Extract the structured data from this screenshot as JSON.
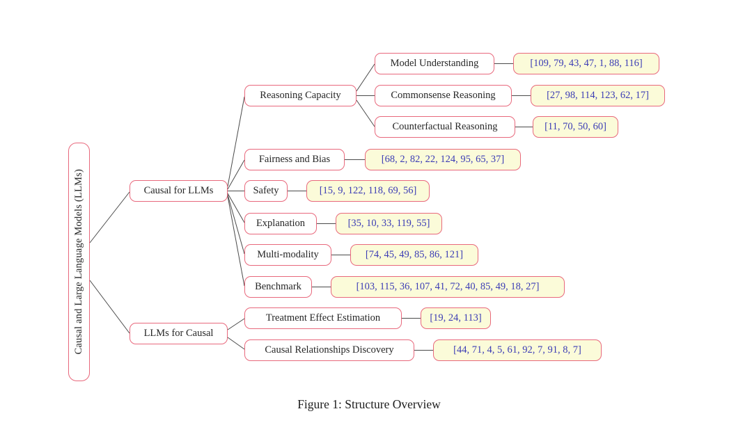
{
  "caption": "Figure 1: Structure Overview",
  "colors": {
    "node_border": "#e8687c",
    "node_fill": "#ffffff",
    "citation_fill": "#fbfbd9",
    "citation_text": "#3b3cb5",
    "label_text": "#262626",
    "edge": "#4a4a4a"
  },
  "tree": {
    "root": {
      "label": "Causal and Large Language Models (LLMs)"
    },
    "children": [
      {
        "label": "Causal for LLMs",
        "children": [
          {
            "label": "Reasoning Capacity",
            "children": [
              {
                "label": "Model Understanding",
                "citations": "[109, 79, 43, 47, 1, 88, 116]"
              },
              {
                "label": "Commonsense Reasoning",
                "citations": "[27, 98, 114, 123, 62, 17]"
              },
              {
                "label": "Counterfactual Reasoning",
                "citations": "[11, 70, 50, 60]"
              }
            ]
          },
          {
            "label": "Fairness and Bias",
            "citations": "[68, 2, 82, 22, 124, 95, 65, 37]"
          },
          {
            "label": "Safety",
            "citations": "[15, 9, 122, 118, 69, 56]"
          },
          {
            "label": "Explanation",
            "citations": "[35, 10, 33, 119, 55]"
          },
          {
            "label": "Multi-modality",
            "citations": "[74, 45, 49, 85, 86, 121]"
          },
          {
            "label": "Benchmark",
            "citations": "[103, 115, 36, 107, 41, 72, 40, 85, 49, 18, 27]"
          }
        ]
      },
      {
        "label": "LLMs for Causal",
        "children": [
          {
            "label": "Treatment Effect Estimation",
            "citations": "[19, 24, 113]"
          },
          {
            "label": "Causal Relationships Discovery",
            "citations": "[44, 71, 4, 5, 61, 92, 7, 91, 8, 7]"
          }
        ]
      }
    ]
  }
}
